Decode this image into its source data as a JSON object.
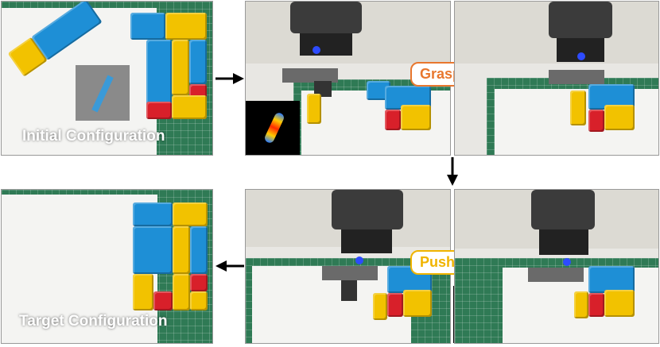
{
  "panels": {
    "initial": {
      "caption": "Initial Configuration"
    },
    "target": {
      "caption": "Target Configuration"
    },
    "grasp_top": {},
    "grasp_after": {},
    "push_top": {},
    "push_after": {}
  },
  "actions": {
    "grasping": {
      "label": "Grasping",
      "color": "#e8772e"
    },
    "pushing": {
      "label": "Pushing",
      "color": "#f0b400"
    }
  },
  "colors": {
    "mat_green": "#2f7a55",
    "brick_blue": "#1e8fd6",
    "brick_yellow": "#f2c200",
    "brick_red": "#d8202a",
    "arrow": "#000000"
  },
  "icons": {
    "flow_arrow_right": "arrow-right-icon",
    "flow_arrow_down": "arrow-down-icon",
    "flow_arrow_left": "arrow-left-icon"
  }
}
